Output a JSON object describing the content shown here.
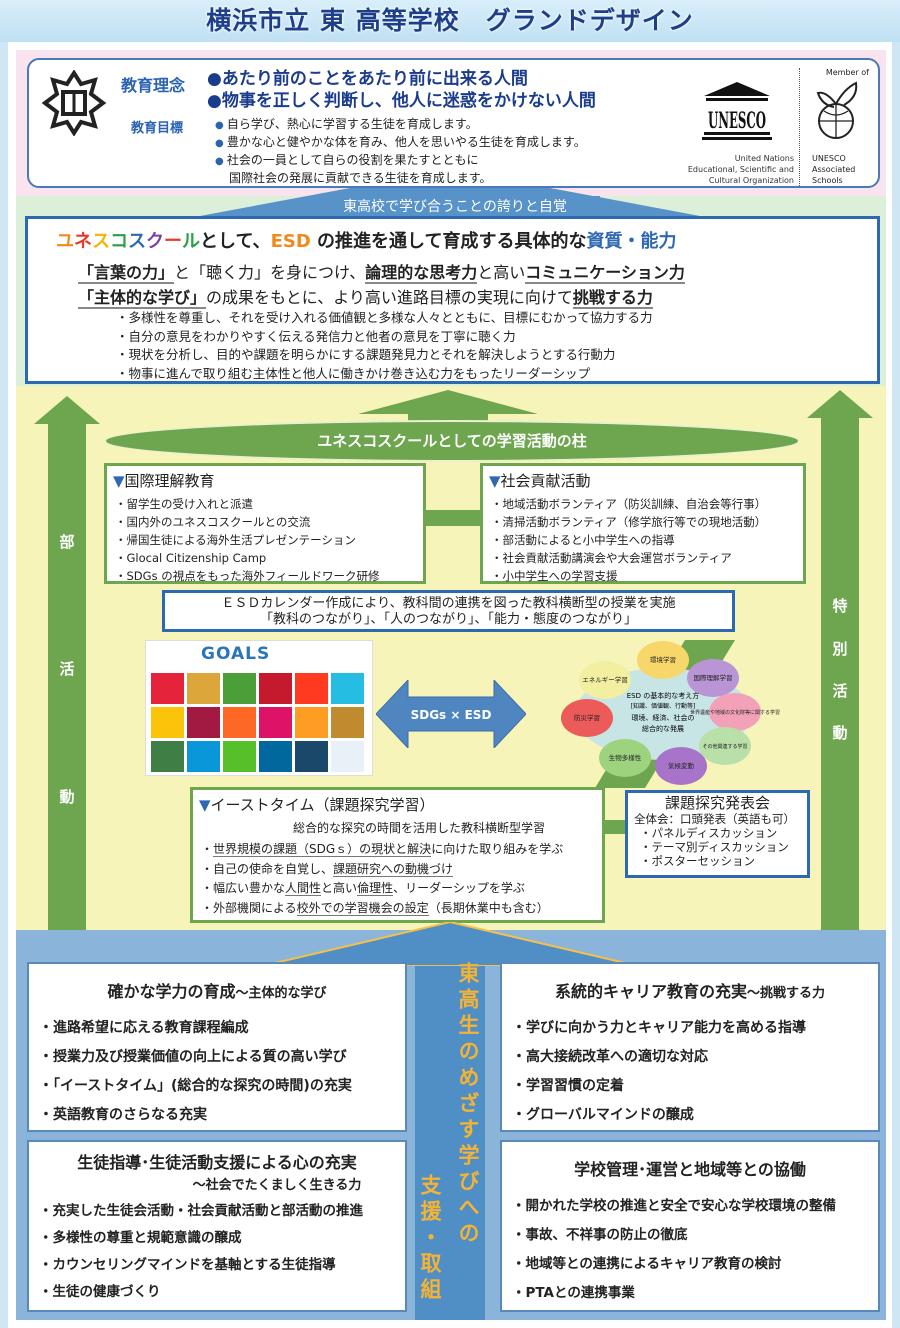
{
  "title": "横浜市立 東 高等学校　グランドデザイン",
  "philosophy": {
    "label": "教育理念",
    "items": [
      "●あたり前のことをあたり前に出来る人間",
      "●物事を正しく判断し、他人に迷惑をかけない人間"
    ]
  },
  "goals": {
    "label": "教育目標",
    "items": [
      "自ら学び、熱心に学習する生徒を育成します。",
      "豊かな心と健やかな体を育み、他人を思いやる生徒を育成します。",
      "社会の一員として自らの役割を果たすとともに"
    ],
    "continuation": "国際社会の発展に貢献できる生徒を育成します。"
  },
  "unesco": {
    "logo": "UNESCO",
    "caption": [
      "United Nations",
      "Educational, Scientific and",
      "Cultural Organization"
    ],
    "member": "Member of",
    "asp": [
      "UNESCO",
      "Associated",
      "Schools"
    ]
  },
  "pride": "東高校で学び合うことの誇りと自覚",
  "abilities": {
    "heading": [
      {
        "t": "ユ",
        "c": "o"
      },
      {
        "t": "ネ",
        "c": "r"
      },
      {
        "t": "ス",
        "c": "y"
      },
      {
        "t": "コ",
        "c": "g"
      },
      {
        "t": "ス",
        "c": "b"
      },
      {
        "t": "ク",
        "c": "p"
      },
      {
        "t": "ー",
        "c": "r"
      },
      {
        "t": "ル",
        "c": "g"
      },
      {
        "t": "として、",
        "c": "k"
      },
      {
        "t": "ESD",
        "c": "o"
      },
      {
        "t": " の推進を通して育成する具体的な",
        "c": "k"
      },
      {
        "t": "資質・能力",
        "c": "b"
      }
    ],
    "line1": [
      "「言葉の力」",
      "と「聴く力」を身につけ、",
      "論理的な思考力",
      "と高い",
      "コミュニケーション力"
    ],
    "line2": [
      "「主体的な学び」",
      "の成果をもとに、より高い進路目標の実現に向けて",
      "挑戦する力"
    ],
    "items": [
      "多様性を尊重し、それを受け入れる価値観と多様な人々とともに、目標にむかって協力する力",
      "自分の意見をわかりやすく伝える発信力と他者の意見を丁寧に聴く力",
      "現状を分析し、目的や課題を明らかにする課題発見力とそれを解決しようとする行動力",
      "物事に進んで取り組む主体性と他人に働きかけ巻き込む力をもったリーダーシップ"
    ]
  },
  "side_left": [
    "部",
    "活",
    "動"
  ],
  "side_right": [
    "特",
    "別",
    "活",
    "動"
  ],
  "pillars_title": "ユネスコスクールとしての学習活動の柱",
  "intl": {
    "title": "国際理解教育",
    "items": [
      "留学生の受け入れと派遣",
      "国内外のユネスコスクールとの交流",
      "帰国生徒による海外生活プレゼンテーション",
      "Glocal Citizenship Camp",
      "SDGs の視点をもった海外フィールドワーク研修"
    ]
  },
  "social": {
    "title": "社会貢献活動",
    "items": [
      "地域活動ボランティア（防災訓練、自治会等行事）",
      "清掃活動ボランティア（修学旅行等での現地活動）",
      "部活動によると小中学生への指導",
      "社会貢献活動講演会や大会運営ボランティア",
      "小中学生への学習支援"
    ]
  },
  "esd_calendar": [
    "ＥＳＤカレンダー作成により、教科間の連携を図った教科横断型の授業を実施",
    "「教科のつながり」、「人のつながり」、「能力・態度のつながり」"
  ],
  "sdgs": {
    "logo": "GOALS",
    "colors": [
      "#e5243b",
      "#dda63a",
      "#4c9f38",
      "#c5192d",
      "#ff3a21",
      "#26bde2",
      "#fcc30b",
      "#a21942",
      "#fd6925",
      "#dd1367",
      "#fd9d24",
      "#bf8b2e",
      "#3f7e44",
      "#0a97d9",
      "#56c02b",
      "#00689d",
      "#19486a",
      "#e8f1f8"
    ]
  },
  "sdgs_x_esd": "SDGs × ESD",
  "esd_flower": {
    "center": [
      "ESD の基本的な考え方",
      "[知識、価値観、行動等]",
      "環境、経済、社会の",
      "総合的な発展"
    ],
    "petals": [
      {
        "label": "環境学習",
        "color": "#f7d66a"
      },
      {
        "label": "国際理解学習",
        "color": "#b995d6"
      },
      {
        "label": "世界遺産や地域の文化財等に関する学習",
        "color": "#f3a1b8"
      },
      {
        "label": "その他関連する学習",
        "color": "#b9e0a8"
      },
      {
        "label": "気候変動",
        "color": "#a874c9"
      },
      {
        "label": "生物多様性",
        "color": "#9dd27f"
      },
      {
        "label": "防災学習",
        "color": "#ec5a5a"
      },
      {
        "label": "エネルギー学習",
        "color": "#f2efa0"
      }
    ]
  },
  "east_time": {
    "title": "イーストタイム（課題探究学習）",
    "subtitle": "総合的な探究の時間を活用した教科横断型学習",
    "items": [
      [
        "",
        "世界規模の課題（SDGｓ）の現状と解決",
        "に向けた取り組みを学ぶ"
      ],
      [
        "自己の使命を自覚し、",
        "課題研究への動機づけ",
        ""
      ],
      [
        "幅広い豊かな",
        "人間性",
        "と高い",
        "倫理性",
        "、リーダーシップを学ぶ"
      ],
      [
        "外部機関による",
        "校外での学習機会の設定",
        "（長期休業中も含む）"
      ]
    ]
  },
  "presentation": {
    "title": "課題探究発表会",
    "lead": "全体会：口頭発表（英語も可）",
    "items": [
      "パネルディスカッション",
      "テーマ別ディスカッション",
      "ポスターセッション"
    ]
  },
  "vertical_main": "東高生のめざす学びへの",
  "vertical_sub": "支援・取組",
  "boxes": [
    {
      "title": "確かな学力の育成",
      "sub": "～主体的な学び",
      "items": [
        "進路希望に応える教育課程編成",
        "授業力及び授業価値の向上による質の高い学び",
        "「イーストタイム」(総合的な探究の時間)の充実",
        "英語教育のさらなる充実"
      ]
    },
    {
      "title": "系統的キャリア教育の充実",
      "sub": "～挑戦する力",
      "items": [
        "学びに向かう力とキャリア能力を高める指導",
        "高大接続改革への適切な対応",
        "学習習慣の定着",
        "グローバルマインドの醸成"
      ]
    },
    {
      "title": "生徒指導･生徒活動支援による心の充実",
      "sub": "～社会でたくましく生きる力",
      "items": [
        "充実した生徒会活動・社会貢献活動と部活動の推進",
        "多様性の尊重と規範意識の醸成",
        "カウンセリングマインドを基軸とする生徒指導",
        "生徒の健康づくり"
      ]
    },
    {
      "title": "学校管理･運営と地域等との協働",
      "sub": "",
      "items": [
        "開かれた学校の推進と安全で安心な学校環境の整備",
        "事故、不祥事の防止の徹底",
        "地域等との連携によるキャリア教育の検討",
        "PTAとの連携事業"
      ]
    }
  ]
}
